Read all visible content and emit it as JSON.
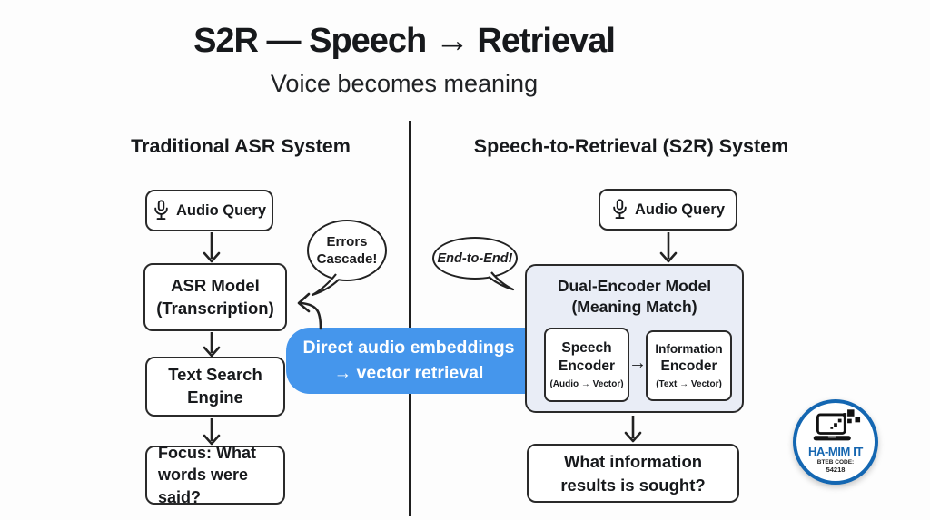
{
  "title": {
    "main": "S2R — Speech → Retrieval",
    "subtitle": "Voice becomes meaning"
  },
  "columns": {
    "left_header": "Traditional ASR System",
    "right_header": "Speech-to-Retrieval (S2R) System"
  },
  "left": {
    "audio_query": "Audio Query",
    "asr_line1": "ASR Model",
    "asr_line2": "(Transcription)",
    "tse_line1": "Text Search",
    "tse_line2": "Engine",
    "focus_line1": "Focus: What",
    "focus_line2": "words were said?",
    "bubble_line1": "Errors",
    "bubble_line2": "Cascade!"
  },
  "banner": {
    "line1": "Direct audio embeddings",
    "line2": "→ vector retrieval"
  },
  "right": {
    "audio_query": "Audio Query",
    "bubble": "End-to-End!",
    "dual_title_line1": "Dual-Encoder Model",
    "dual_title_line2": "(Meaning Match)",
    "speech_enc_line1": "Speech",
    "speech_enc_line2": "Encoder",
    "speech_enc_sub": "(Audio → Vector)",
    "enc_arrow": "→",
    "info_enc_line1": "Information",
    "info_enc_line2": "Encoder",
    "info_enc_sub": "(Text → Vector)",
    "result_line1": "What information",
    "result_line2": "results is sought?"
  },
  "logo": {
    "name": "HA-MIM IT",
    "code_label": "BTEB CODE:",
    "code": "54218"
  },
  "colors": {
    "banner_blue": "#4596ec",
    "logo_blue": "#1467b2",
    "panel_fill": "#e9edf6",
    "ink": "#1f1f1f"
  }
}
